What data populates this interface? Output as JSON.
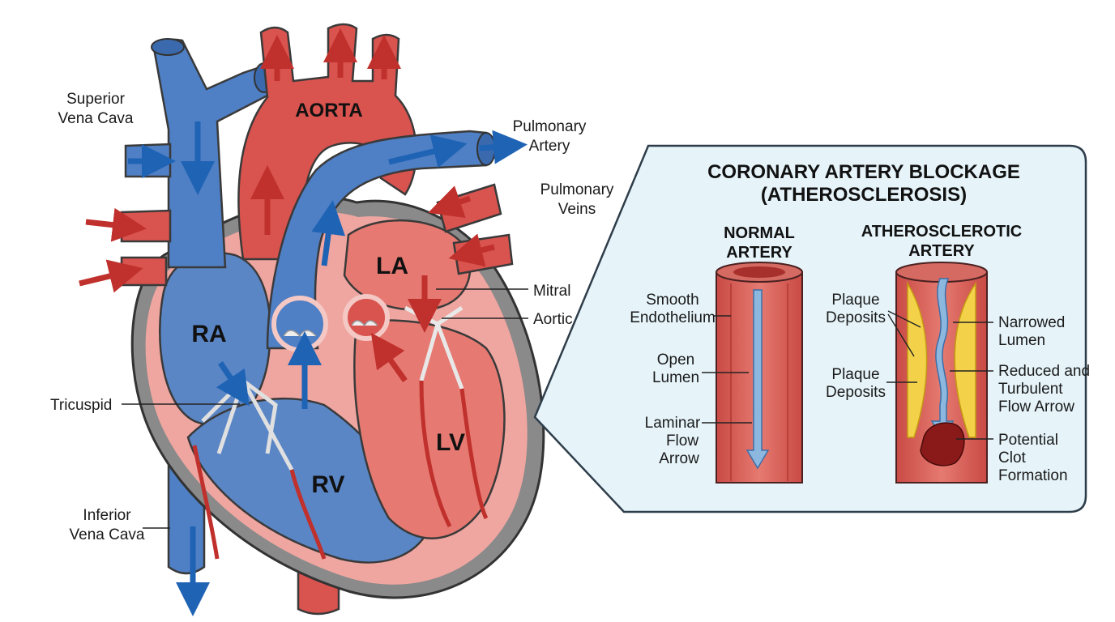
{
  "heart": {
    "chambers": {
      "ra": "RA",
      "rv": "RV",
      "la": "LA",
      "lv": "LV"
    },
    "aorta": "AORTA",
    "labels": {
      "svc": [
        "Superior",
        "Vena Cava"
      ],
      "ivc": [
        "Inferior",
        "Vena Cava"
      ],
      "pulmonary_artery": [
        "Pulmonary",
        "Artery"
      ],
      "pulmonary_veins": [
        "Pulmonary",
        "Veins"
      ],
      "mitral": "Mitral",
      "aortic": "Aortic",
      "tricuspid": "Tricuspid"
    }
  },
  "inset": {
    "title": [
      "CORONARY ARTERY BLOCKAGE",
      "(ATHEROSCLEROSIS)"
    ],
    "normal": {
      "title": [
        "NORMAL",
        "ARTERY"
      ],
      "labels": {
        "endothelium": [
          "Smooth",
          "Endothelium"
        ],
        "lumen": [
          "Open",
          "Lumen"
        ],
        "flow": [
          "Laminar",
          "Flow",
          "Arrow"
        ]
      }
    },
    "athero": {
      "title": [
        "ATHEROSCLEROTIC",
        "ARTERY"
      ],
      "labels": {
        "plaque1": [
          "Plaque",
          "Deposits"
        ],
        "plaque2": [
          "Plaque",
          "Deposits"
        ],
        "narrowed": [
          "Narrowed",
          "Lumen"
        ],
        "turbulent": [
          "Reduced and",
          "Turbulent",
          "Flow Arrow"
        ],
        "clot": [
          "Potential",
          "Clot",
          "Formation"
        ]
      }
    }
  },
  "colors": {
    "deoxygenated": "#4f7fc4",
    "oxygenated": "#d9534f",
    "myocardium": "#f0a6a0",
    "inset_bg": "#e6f4fa",
    "plaque": "#f3d24a",
    "clot": "#8a1a1a"
  }
}
